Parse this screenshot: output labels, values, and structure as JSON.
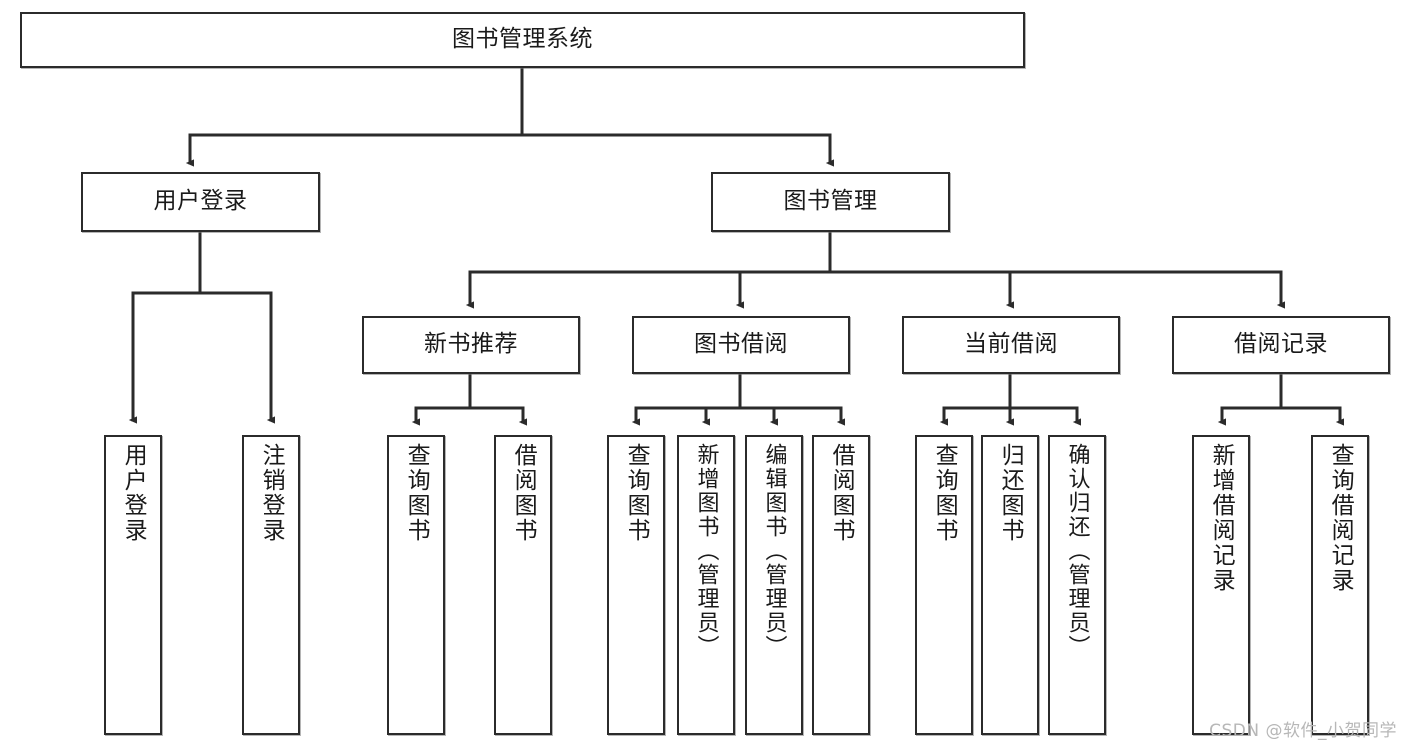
{
  "diagram": {
    "type": "tree",
    "title": "图书管理系统",
    "watermark": "CSDN @软件_小贺同学",
    "line_color": "#2b2b2b",
    "box_fill": "#ffffff",
    "text_color": "#1a1a1a",
    "nodes": {
      "root": {
        "label": "图书管理系统"
      },
      "l2": [
        {
          "id": "user-login",
          "label": "用户登录"
        },
        {
          "id": "book-manage",
          "label": "图书管理"
        }
      ],
      "l3": [
        {
          "id": "new-book-recommend",
          "label": "新书推荐"
        },
        {
          "id": "book-borrow",
          "label": "图书借阅"
        },
        {
          "id": "current-borrow",
          "label": "当前借阅"
        },
        {
          "id": "borrow-record",
          "label": "借阅记录"
        }
      ],
      "leaves": {
        "user_login": [
          {
            "id": "leaf-user-login",
            "label": "用户登录"
          },
          {
            "id": "leaf-logout-login",
            "label": "注销登录"
          }
        ],
        "new_book_recommend": [
          {
            "id": "leaf-query-book-1",
            "label": "查询图书"
          },
          {
            "id": "leaf-borrow-book-1",
            "label": "借阅图书"
          }
        ],
        "book_borrow": [
          {
            "id": "leaf-query-book-2",
            "label": "查询图书"
          },
          {
            "id": "leaf-add-book-admin",
            "label": "新增图书（管理员）"
          },
          {
            "id": "leaf-edit-book-admin",
            "label": "编辑图书（管理员）"
          },
          {
            "id": "leaf-borrow-book-2",
            "label": "借阅图书"
          }
        ],
        "current_borrow": [
          {
            "id": "leaf-query-book-3",
            "label": "查询图书"
          },
          {
            "id": "leaf-return-book",
            "label": "归还图书"
          },
          {
            "id": "leaf-confirm-return-admin",
            "label": "确认归还（管理员）"
          }
        ],
        "borrow_record": [
          {
            "id": "leaf-add-borrow-record",
            "label": "新增借阅记录"
          },
          {
            "id": "leaf-query-borrow-record",
            "label": "查询借阅记录"
          }
        ]
      }
    }
  }
}
